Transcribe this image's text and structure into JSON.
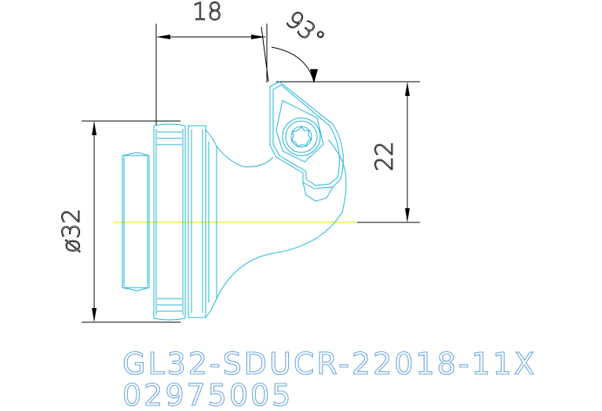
{
  "dimensions": {
    "width_label": "18",
    "angle_label": "93°",
    "height_label": "22",
    "diameter_label": "ø32"
  },
  "part": {
    "code": "GL32-SDUCR-22018-11X",
    "number": "02975005"
  },
  "colors": {
    "outline": "#1fb5d6",
    "dimension": "#000000",
    "centerline": "#e8e000",
    "code_text": "#6ea7df"
  }
}
